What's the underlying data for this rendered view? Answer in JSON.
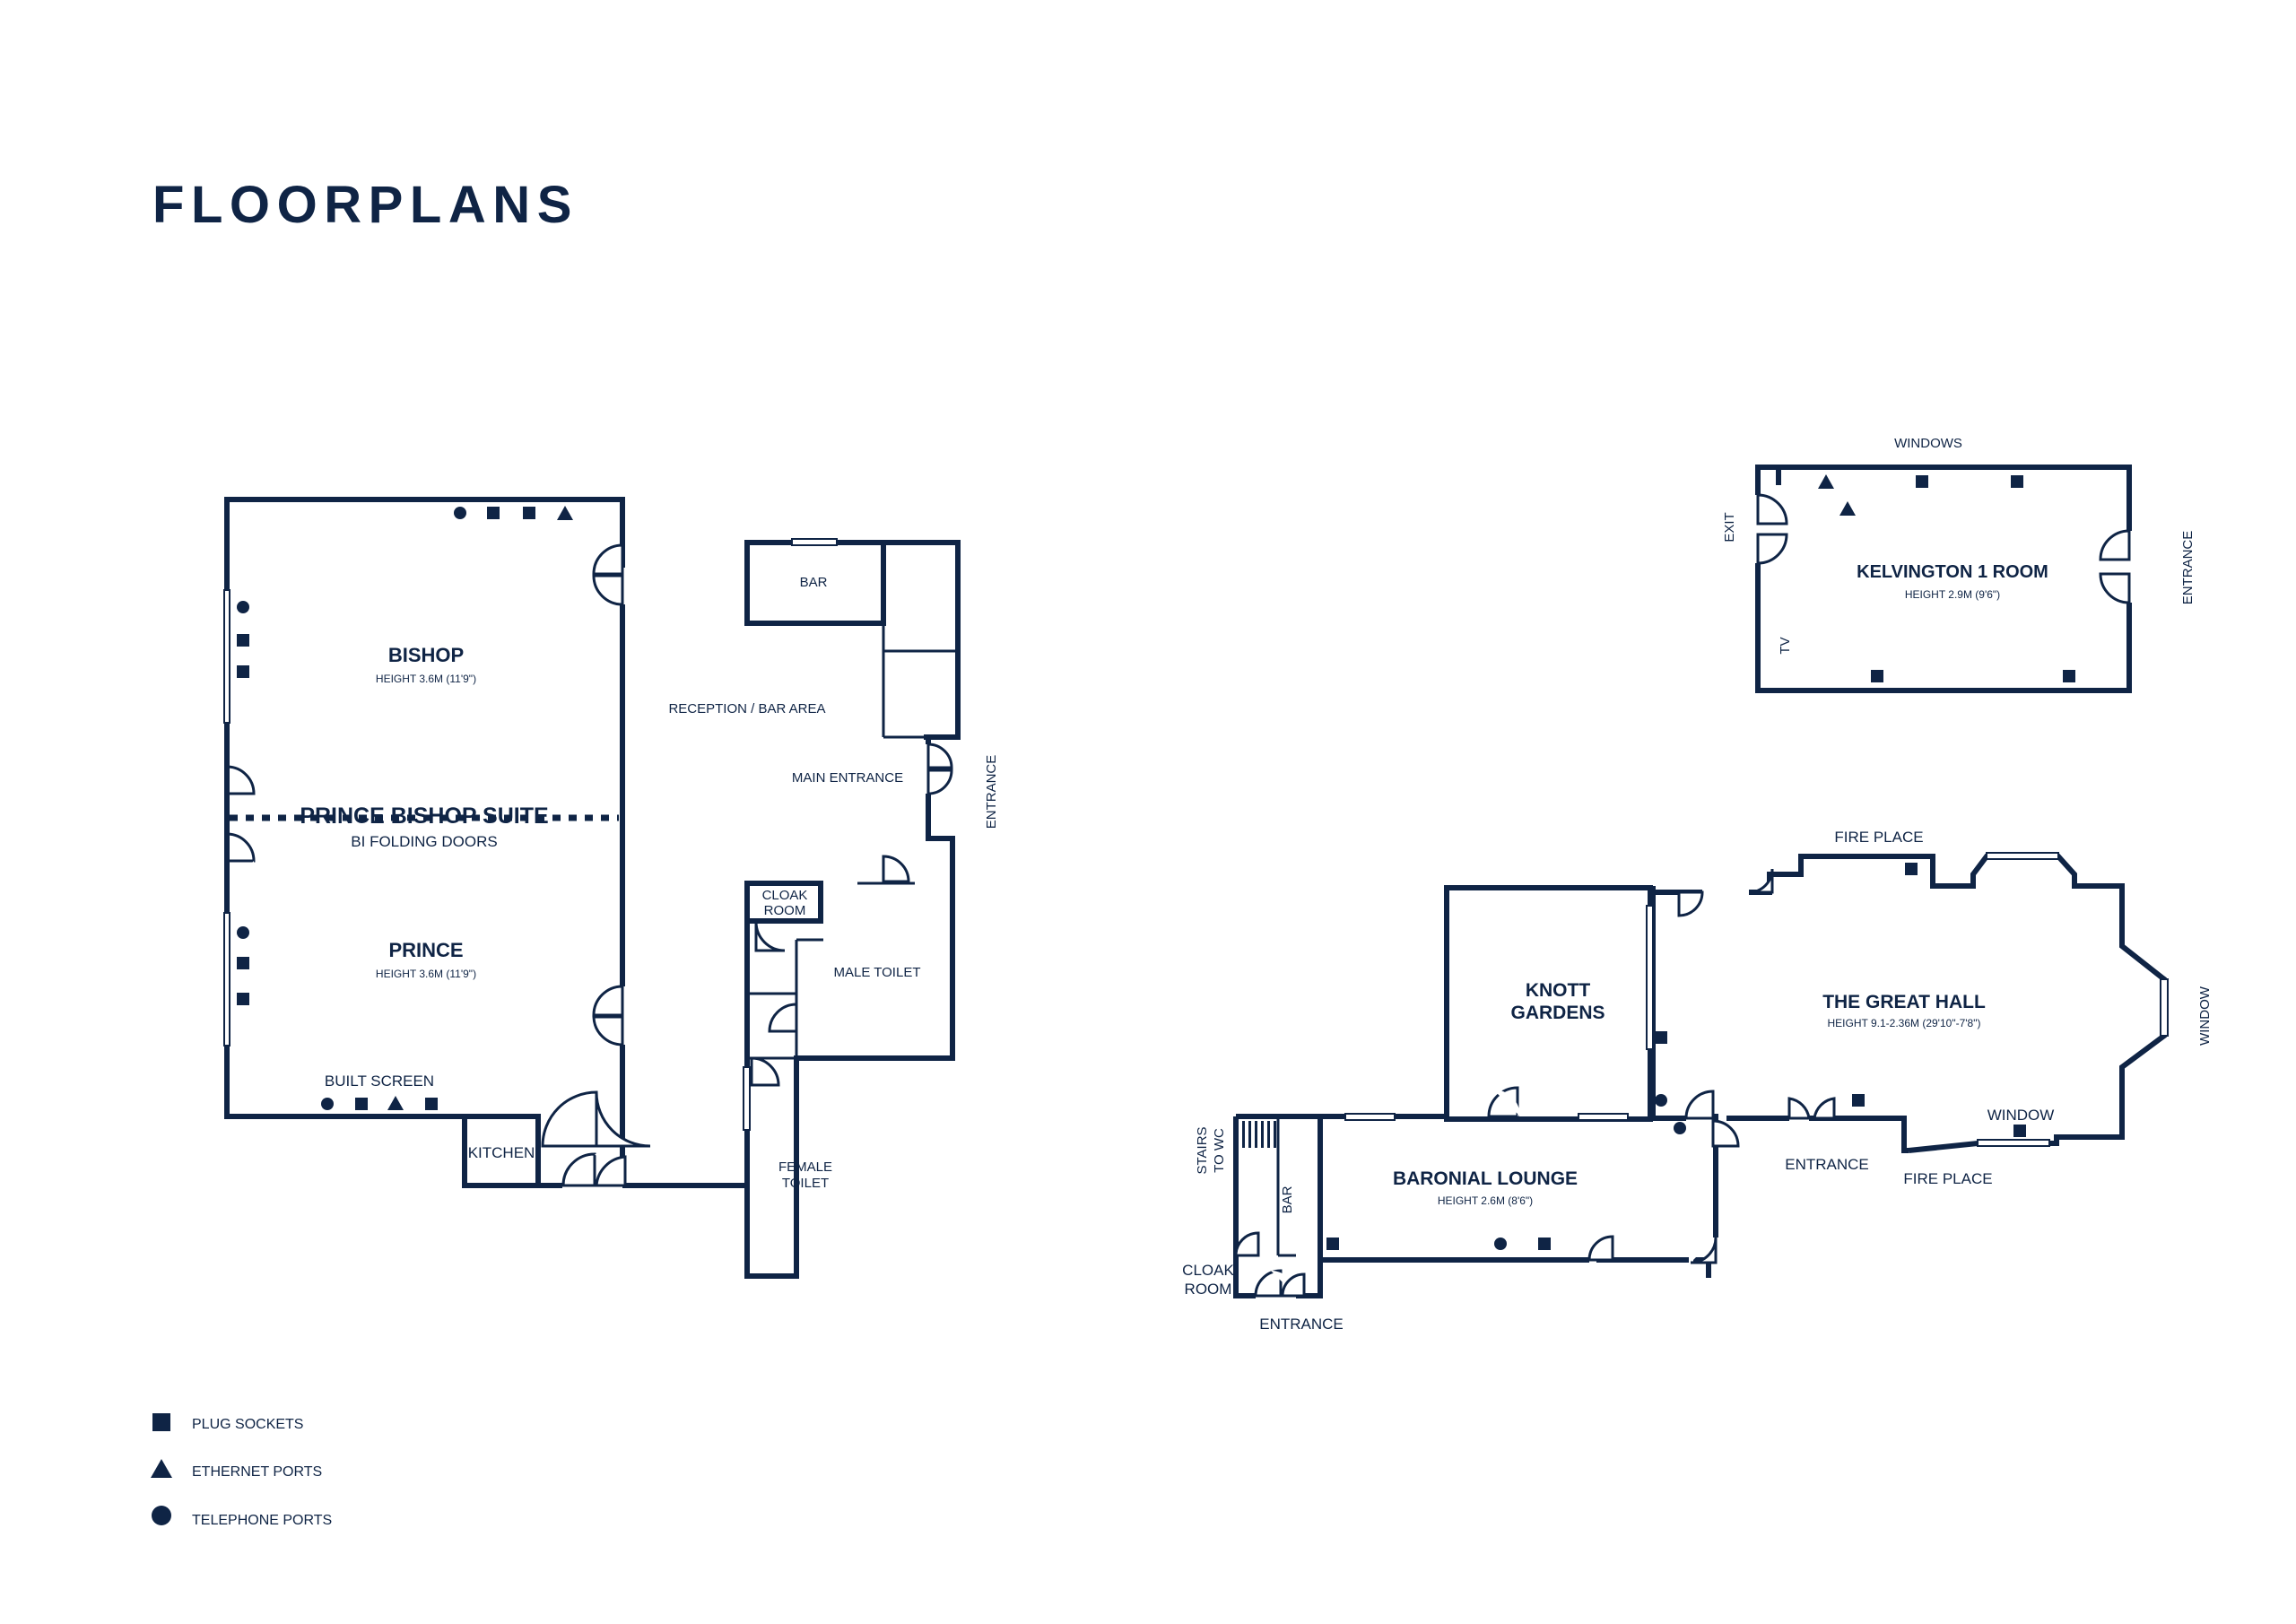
{
  "title": "FLOORPLANS",
  "colors": {
    "ink": "#0f2445",
    "paper": "#ffffff"
  },
  "rooms": {
    "bishop": {
      "name": "BISHOP",
      "height": "HEIGHT 3.6M (11'9\")"
    },
    "suite": {
      "name": "PRINCE BISHOP SUITE",
      "note": "BI FOLDING DOORS"
    },
    "prince": {
      "name": "PRINCE",
      "height": "HEIGHT 3.6M (11'9\")"
    },
    "built_screen": "BUILT SCREEN",
    "kitchen": "KITCHEN",
    "bar": "BAR",
    "reception": "RECEPTION / BAR AREA",
    "main_entrance": "MAIN ENTRANCE",
    "entrance_east": "ENTRANCE",
    "cloak_room": [
      "CLOAK",
      "ROOM"
    ],
    "male_toilet": "MALE TOILET",
    "female_toilet": [
      "FEMALE",
      "TOILET"
    ],
    "kelvington": {
      "windows": "WINDOWS",
      "exit": "EXIT",
      "name": "KELVINGTON 1 ROOM",
      "height": "HEIGHT 2.9M (9'6\")",
      "entrance": "ENTRANCE",
      "tv": "TV"
    },
    "great_hall": {
      "fire_place_top": "FIRE PLACE",
      "name": "THE GREAT HALL",
      "height": "HEIGHT 9.1-2.36M (29'10\"-7'8\")",
      "window_side": "WINDOW",
      "window": "WINDOW",
      "entrance": "ENTRANCE",
      "fire_place_bottom": "FIRE PLACE"
    },
    "knott_gardens": [
      "KNOTT",
      "GARDENS"
    ],
    "baronial": {
      "name": "BARONIAL LOUNGE",
      "height": "HEIGHT 2.6M (8'6\")",
      "stairs": [
        "STAIRS",
        "TO WC"
      ],
      "bar": "BAR",
      "cloak_room": [
        "CLOAK",
        "ROOM"
      ],
      "entrance": "ENTRANCE"
    }
  },
  "legend": [
    {
      "icon": "square-icon",
      "label": "PLUG SOCKETS"
    },
    {
      "icon": "triangle-icon",
      "label": "ETHERNET PORTS"
    },
    {
      "icon": "circle-icon",
      "label": "TELEPHONE PORTS"
    }
  ]
}
